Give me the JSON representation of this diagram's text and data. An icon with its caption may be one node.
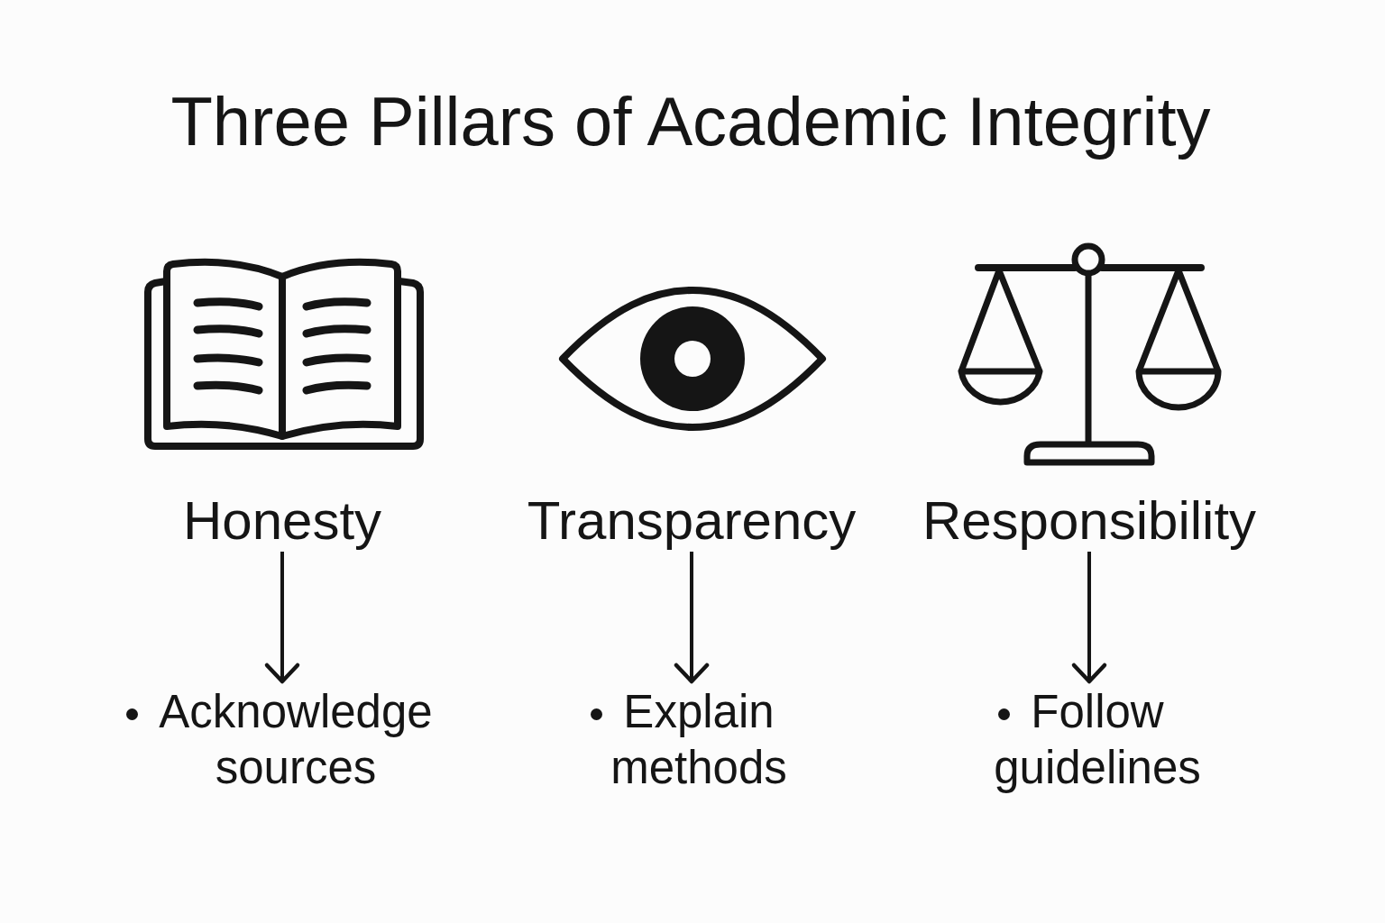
{
  "diagram": {
    "title": "Three Pillars of Academic Integrity",
    "nodes": [
      {
        "text": [
          "Honesty"
        ]
      },
      {
        "text": [
          "Transparency"
        ]
      },
      {
        "text": [
          "Responsibility"
        ]
      },
      {
        "text": [
          "Acknowledge sources"
        ]
      },
      {
        "text": [
          "Explain methods"
        ]
      },
      {
        "text": [
          "Follow guidelines"
        ]
      }
    ],
    "edges": [
      {
        "from": 0,
        "to": 3,
        "arrow": "to"
      },
      {
        "from": 1,
        "to": 4,
        "arrow": "to"
      },
      {
        "from": 2,
        "to": 5,
        "arrow": "to"
      }
    ]
  }
}
